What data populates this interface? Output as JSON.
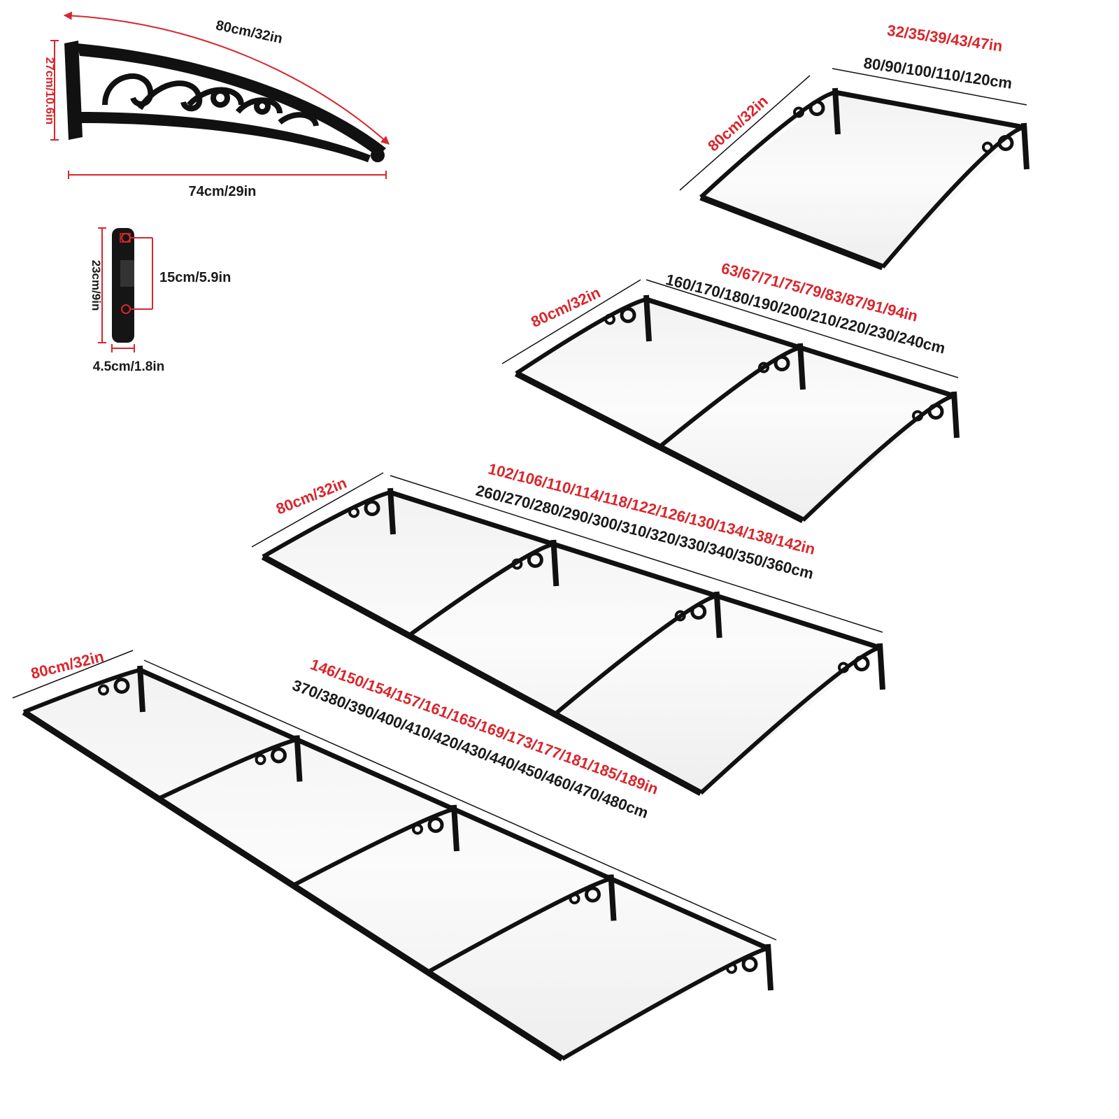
{
  "colors": {
    "accent": "#d9262c",
    "text": "#1a1a1a",
    "frame": "#111111"
  },
  "bracket": {
    "arc_length": "80cm/32in",
    "height": "27cm/10.6in",
    "depth": "74cm/29in"
  },
  "wall_plate": {
    "height": "23cm/9in",
    "hole_spacing": "15cm/5.9in",
    "width": "4.5cm/1.8in"
  },
  "awnings": [
    {
      "depth": "80cm/32in",
      "width_in": "32/35/39/43/47in",
      "width_cm": "80/90/100/110/120cm"
    },
    {
      "depth": "80cm/32in",
      "width_in": "63/67/71/75/79/83/87/91/94in",
      "width_cm": "160/170/180/190/200/210/220/230/240cm"
    },
    {
      "depth": "80cm/32in",
      "width_in": "102/106/110/114/118/122/126/130/134/138/142in",
      "width_cm": "260/270/280/290/300/310/320/330/340/350/360cm"
    },
    {
      "depth": "80cm/32in",
      "width_in": "146/150/154/157/161/165/169/173/177/181/185/189in",
      "width_cm": "370/380/390/400/410/420/430/440/450/460/470/480cm"
    }
  ]
}
